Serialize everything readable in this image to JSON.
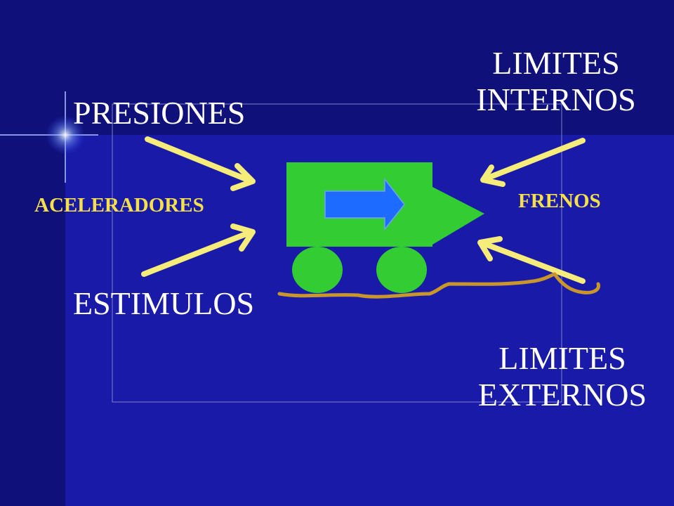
{
  "labels": {
    "presiones": "PRESIONES",
    "estimulos": "ESTIMULOS",
    "limites_internos_line1": "LIMITES",
    "limites_internos_line2": "INTERNOS",
    "limites_externos_line1": "LIMITES",
    "limites_externos_line2": "EXTERNOS",
    "aceleradores": "ACELERADORES",
    "frenos": "FRENOS"
  },
  "colors": {
    "background": "#1a1aa8",
    "background_dark": "#10107a",
    "arrow": "#f5ec7a",
    "vehicle_body": "#33cc33",
    "direction_arrow": "#1e6cff",
    "road": "#c8962a",
    "accent_text": "#f5e04a"
  },
  "icons": {
    "vehicle": "truck-icon",
    "direction": "right-arrow-icon",
    "sparkle": "star-flare-icon"
  }
}
